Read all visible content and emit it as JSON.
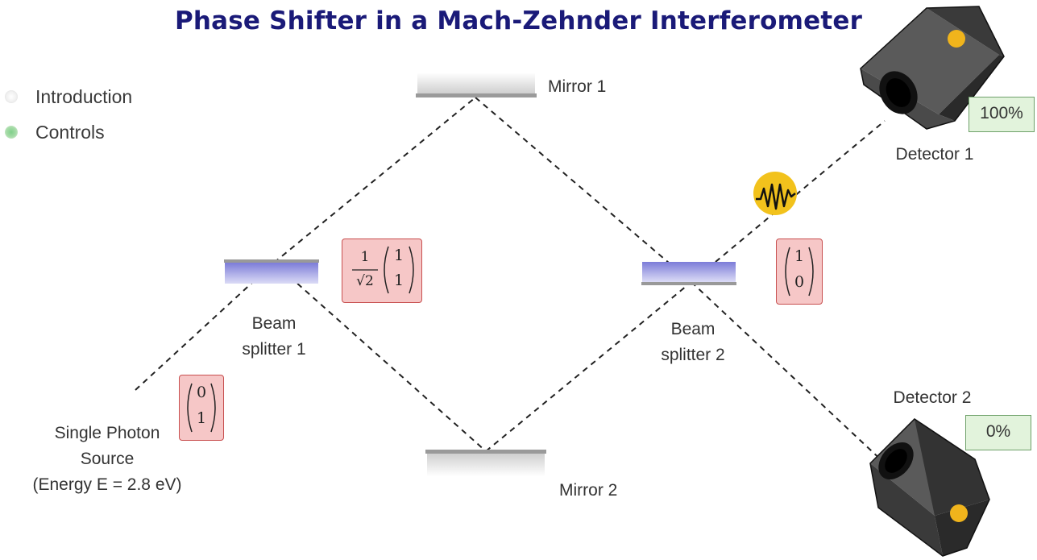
{
  "title": "Phase Shifter in a Mach-Zehnder Interferometer",
  "nav": {
    "items": [
      {
        "label": "Introduction",
        "active": false
      },
      {
        "label": "Controls",
        "active": true
      }
    ]
  },
  "labels": {
    "mirror1": "Mirror 1",
    "mirror2": "Mirror 2",
    "bs1_line1": "Beam",
    "bs1_line2": "splitter 1",
    "bs2_line1": "Beam",
    "bs2_line2": "splitter 2",
    "source_line1": "Single Photon",
    "source_line2": "Source",
    "source_line3": "(Energy E = 2.8 eV)",
    "detector1": "Detector 1",
    "detector2": "Detector 2"
  },
  "detectors": {
    "d1_percent": "100%",
    "d2_percent": "0%"
  },
  "state_vectors": {
    "source": {
      "top": "0",
      "bottom": "1"
    },
    "after_bs1": {
      "prefactor_num": "1",
      "prefactor_den": "√2",
      "top": "1",
      "bottom": "1"
    },
    "after_bs2": {
      "top": "1",
      "bottom": "0"
    }
  },
  "colors": {
    "title": "#1a1a78",
    "splitter": "#9a9ae0",
    "vector_box": "#f6c7c7",
    "percent_box": "#e2f3dc",
    "photon": "#f2c21c"
  }
}
